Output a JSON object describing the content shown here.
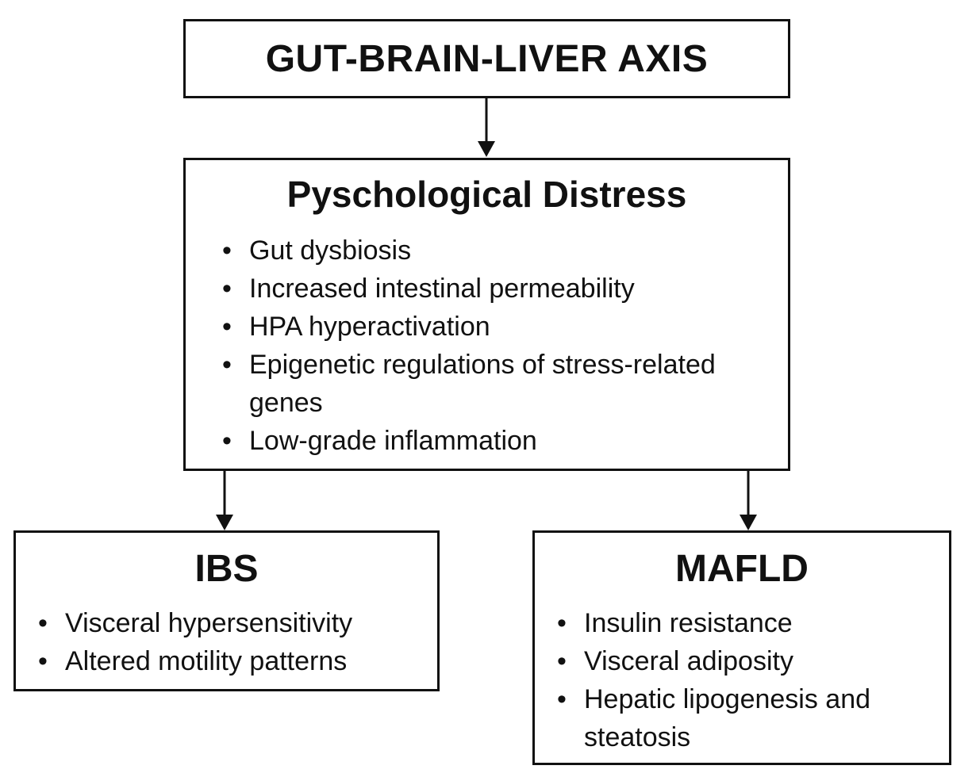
{
  "title": "GUT-BRAIN-LIVER AXIS",
  "center": {
    "title": "Pyschological Distress",
    "items": [
      "Gut dysbiosis",
      "Increased intestinal permeability",
      "HPA hyperactivation",
      "Epigenetic regulations of stress-related genes",
      "Low-grade inflammation"
    ]
  },
  "left": {
    "title": "IBS",
    "items": [
      "Visceral hypersensitivity",
      "Altered motility patterns"
    ]
  },
  "right": {
    "title": "MAFLD",
    "items": [
      "Insulin resistance",
      "Visceral adiposity",
      "Hepatic lipogenesis and steatosis"
    ]
  },
  "bullet_char": "•"
}
